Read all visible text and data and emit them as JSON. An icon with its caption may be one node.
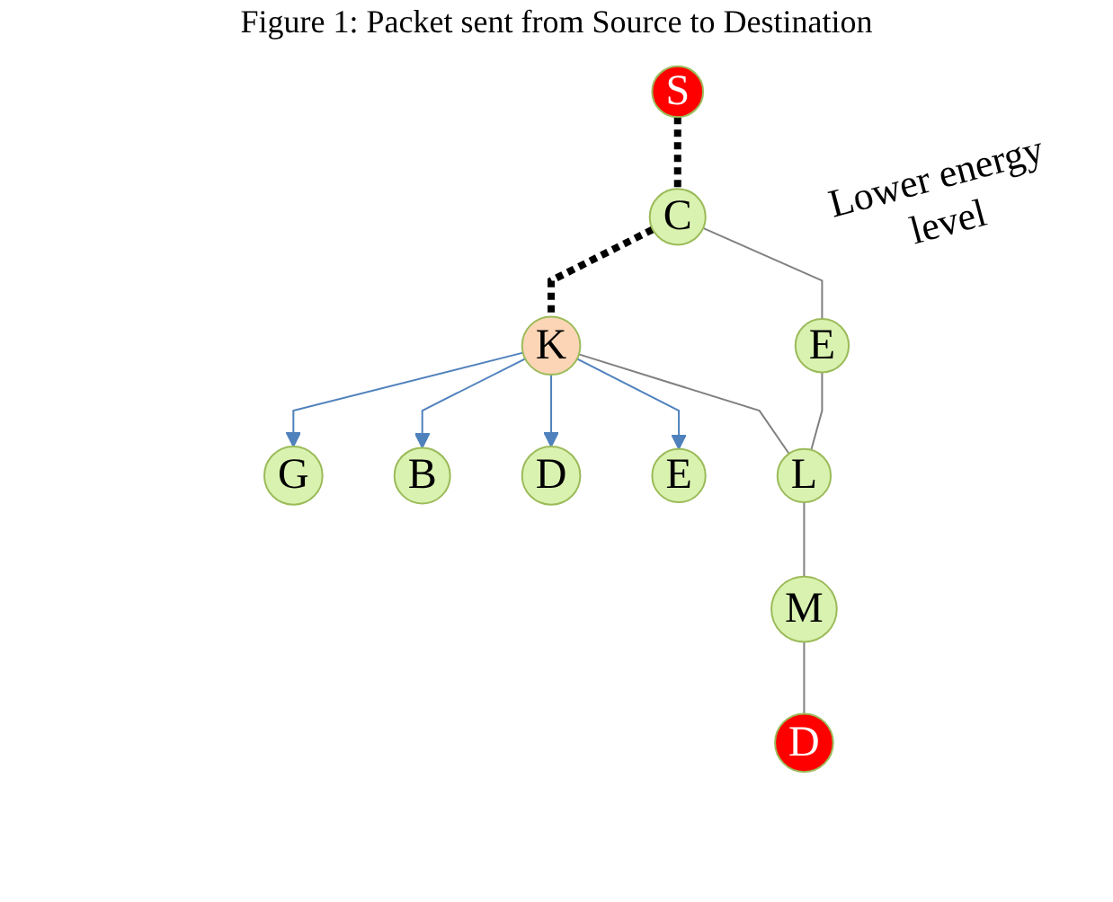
{
  "diagram": {
    "title": "Figure 1: Packet sent from Source to Destination",
    "nodes": [
      {
        "text": [
          "G"
        ]
      },
      {
        "text": [
          "B"
        ]
      },
      {
        "text": [
          "D"
        ]
      },
      {
        "text": [
          "K"
        ]
      },
      {
        "text": [
          "C"
        ]
      },
      {
        "text": [
          "S"
        ]
      },
      {
        "text": [
          "E"
        ]
      },
      {
        "text": [
          "D"
        ]
      },
      {
        "text": [
          "L"
        ]
      },
      {
        "text": [
          "E"
        ]
      },
      {
        "text": [
          "M"
        ]
      }
    ],
    "edges": [
      {
        "from": 3,
        "to": 0,
        "arrow": "to",
        "color": "#4f81bd"
      },
      {
        "from": 3,
        "to": 1,
        "arrow": "to",
        "color": "#4f81bd"
      },
      {
        "from": 3,
        "to": 2,
        "arrow": "to",
        "color": "#4f81bd"
      },
      {
        "from": 3,
        "to": 6,
        "arrow": "to",
        "color": "#4f81bd"
      },
      {
        "from": 5,
        "to": 4,
        "arrow": "none",
        "style": "dashed",
        "color": "#000000"
      },
      {
        "from": 4,
        "to": 3,
        "arrow": "none",
        "style": "dashed",
        "color": "#000000"
      },
      {
        "from": 4,
        "to": 9,
        "arrow": "none"
      },
      {
        "from": 9,
        "to": 8,
        "arrow": "none"
      },
      {
        "from": 3,
        "to": 8,
        "arrow": "none"
      },
      {
        "from": 8,
        "to": 10,
        "arrow": "none"
      },
      {
        "from": 10,
        "to": 7,
        "arrow": "none"
      }
    ],
    "labels": [
      "Lower energy level"
    ]
  }
}
